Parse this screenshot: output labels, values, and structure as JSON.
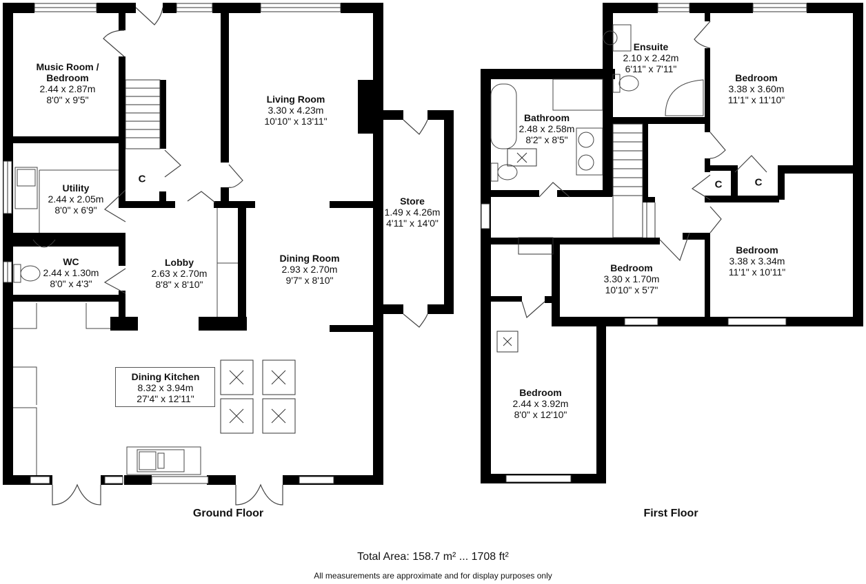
{
  "ground_floor": {
    "title": "Ground Floor",
    "rooms": [
      {
        "name": "Music Room /",
        "name2": "Bedroom",
        "metric": "2.44 x 2.87m",
        "imperial": "8'0\" x 9'5\""
      },
      {
        "name": "Utility",
        "metric": "2.44 x 2.05m",
        "imperial": "8'0\" x 6'9\""
      },
      {
        "name": "WC",
        "metric": "2.44 x 1.30m",
        "imperial": "8'0\" x 4'3\""
      },
      {
        "name": "Lobby",
        "metric": "2.63 x 2.70m",
        "imperial": "8'8\" x 8'10\""
      },
      {
        "name": "Living Room",
        "metric": "3.30 x 4.23m",
        "imperial": "10'10\" x 13'11\""
      },
      {
        "name": "Dining Room",
        "metric": "2.93 x 2.70m",
        "imperial": "9'7\" x 8'10\""
      },
      {
        "name": "Store",
        "metric": "1.49 x 4.26m",
        "imperial": "4'11\" x 14'0\""
      },
      {
        "name": "Dining Kitchen",
        "metric": "8.32 x 3.94m",
        "imperial": "27'4\" x 12'11\""
      }
    ],
    "closet_label": "C"
  },
  "first_floor": {
    "title": "First Floor",
    "rooms": [
      {
        "name": "Ensuite",
        "metric": "2.10 x 2.42m",
        "imperial": "6'11\" x 7'11\""
      },
      {
        "name": "Bedroom",
        "metric": "3.38 x 3.60m",
        "imperial": "11'1\" x 11'10\""
      },
      {
        "name": "Bathroom",
        "metric": "2.48 x 2.58m",
        "imperial": "8'2\" x 8'5\""
      },
      {
        "name": "Bedroom",
        "metric": "3.30 x 1.70m",
        "imperial": "10'10\" x 5'7\""
      },
      {
        "name": "Bedroom",
        "metric": "3.38 x 3.34m",
        "imperial": "11'1\" x 10'11\""
      },
      {
        "name": "Bedroom",
        "metric": "2.44 x 3.92m",
        "imperial": "8'0\" x 12'10\""
      }
    ],
    "closet_labels": [
      "C",
      "C"
    ]
  },
  "footer": {
    "total_area": "Total Area: 158.7 m² ... 1708 ft²",
    "disclaimer": "All measurements are approximate and for display purposes only"
  }
}
